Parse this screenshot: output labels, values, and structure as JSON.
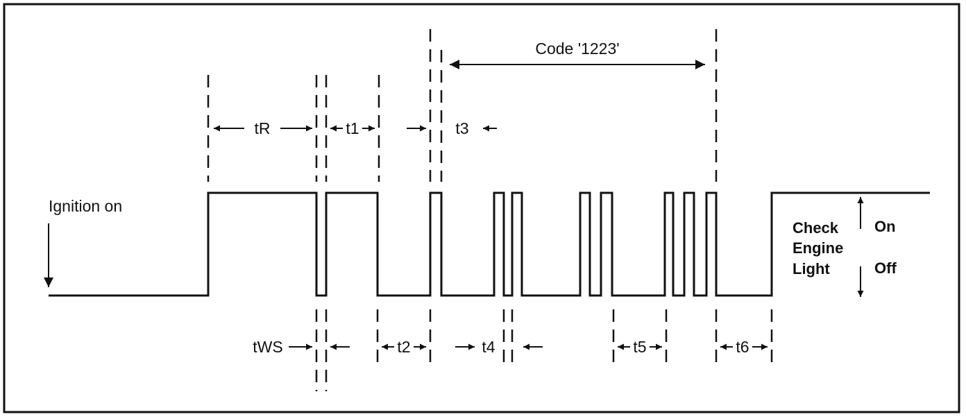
{
  "diagram": {
    "code_label": "Code '1223'",
    "ignition_label": "Ignition on",
    "light_label_line1": "Check",
    "light_label_line2": "Engine",
    "light_label_line3": "Light",
    "state_on": "On",
    "state_off": "Off",
    "intervals": {
      "tR": "tR",
      "t1": "t1",
      "t3": "t3",
      "tWS": "tWS",
      "t2": "t2",
      "t4": "t4",
      "t5": "t5",
      "t6": "t6"
    }
  }
}
